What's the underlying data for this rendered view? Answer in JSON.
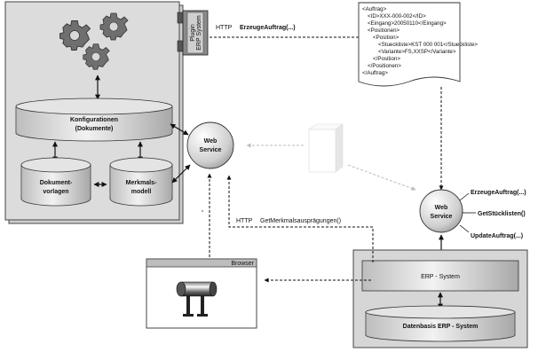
{
  "config_cylinder": {
    "line1": "Konfigurationen",
    "line2": "(Dokumente)"
  },
  "doc_cylinder": {
    "line1": "Dokument-",
    "line2": "vorlagen"
  },
  "attr_cylinder": {
    "line1": "Merkmals-",
    "line2": "modell"
  },
  "webservice_left": {
    "line1": "Web",
    "line2": "Service"
  },
  "webservice_right": {
    "line1": "Web",
    "line2": "Service"
  },
  "plugin": {
    "line1": "Plugin",
    "line2": "ERP System"
  },
  "http_top": {
    "protocol": "HTTP",
    "call": "ErzeugeAuftrag(...)"
  },
  "http_mid": {
    "protocol": "HTTP",
    "call": "GetMerkmalsausprägungen()"
  },
  "xml_lines": [
    "<Auftrag>",
    "<ID>XXX-000-002</ID>",
    "<Eingang>20050110</Eingang>",
    "<Positionen>",
    "<Position>",
    "<Stueckliste>KST 000 001</Stueckliste>",
    "<Variante>FS,XXSP</Variante>",
    "</Position>",
    "</Positionen>",
    "</Auftrag>"
  ],
  "ws_methods": [
    "ErzeugeAuftrag(...)",
    "GetStücklisten()",
    "UpdateAuftrag(...)"
  ],
  "erp_system_label": "ERP - System",
  "erp_db_label": "Datenbasis ERP - System",
  "browser_title": "Browser"
}
